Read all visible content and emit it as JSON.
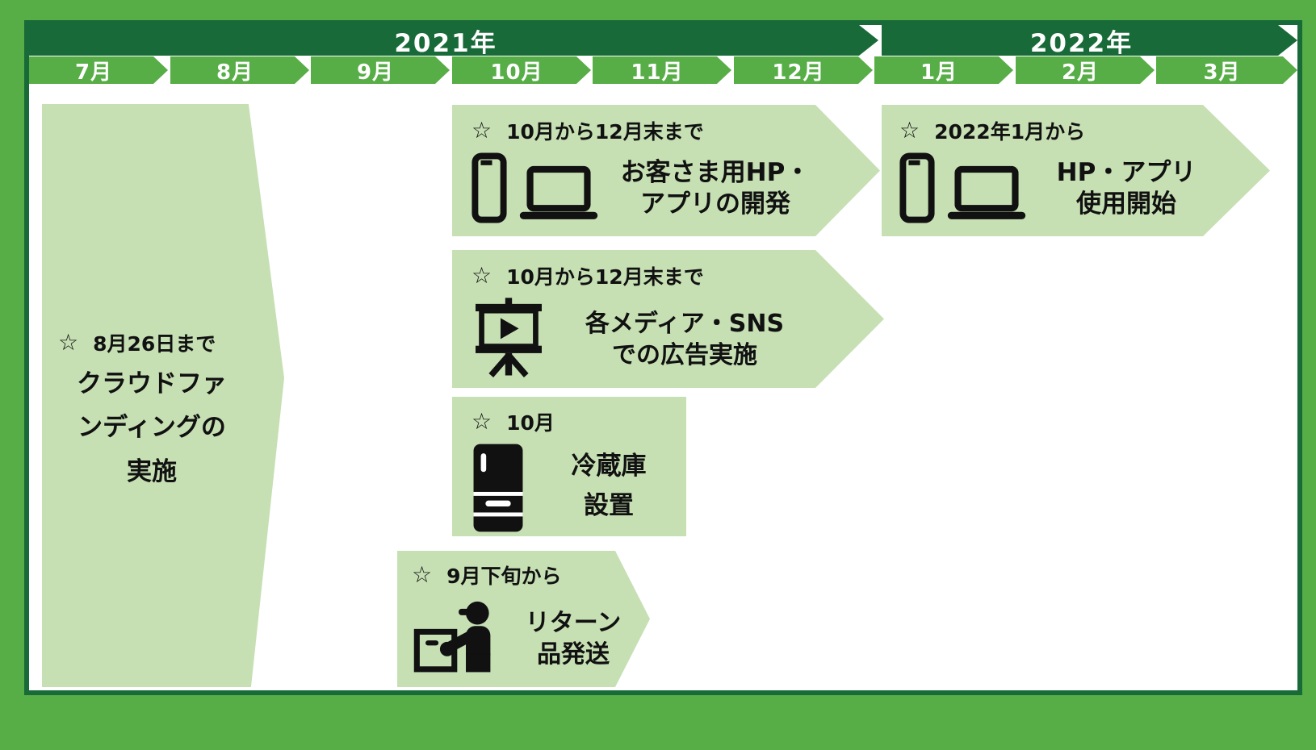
{
  "palette": {
    "dark_green": "#186b38",
    "medium_green": "#57ad46",
    "light_green": "#c6e0b4",
    "text_black": "#111111",
    "header_text": "#ffffff"
  },
  "symbols": {
    "star": "☆"
  },
  "header": {
    "years": [
      "2021年",
      "2022年"
    ],
    "months": [
      "7月",
      "8月",
      "9月",
      "10月",
      "11月",
      "12月",
      "1月",
      "2月",
      "3月"
    ]
  },
  "tasks": {
    "crowdfunding": {
      "date": "8月26日まで",
      "line1": "クラウドファ",
      "line2": "ンディングの",
      "line3": "実施"
    },
    "hp_dev": {
      "date": "10月から12月末まで",
      "line1": "お客さま用HP・",
      "line2": "アプリの開発"
    },
    "hp_launch": {
      "date": "2022年1月から",
      "line1": "HP・アプリ",
      "line2": "使用開始"
    },
    "media_ads": {
      "date": "10月から12月末まで",
      "line1": "各メディア・SNS",
      "line2": "での広告実施"
    },
    "fridge": {
      "date": "10月",
      "line1": "冷蔵庫",
      "line2": "設置"
    },
    "returns": {
      "date": "9月下旬から",
      "line1": "リターン",
      "line2": "品発送"
    }
  },
  "icons": {
    "star": "star-icon",
    "smartphone": "smartphone-icon",
    "laptop": "laptop-icon",
    "presentation_screen": "presentation-screen-icon",
    "refrigerator": "refrigerator-icon",
    "delivery_person": "delivery-person-icon"
  }
}
